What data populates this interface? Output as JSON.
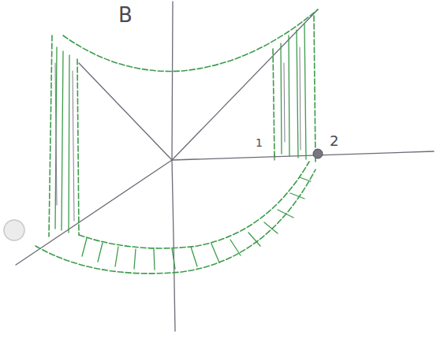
{
  "diagram": {
    "labels": [
      "B",
      "1",
      "2"
    ]
  }
}
